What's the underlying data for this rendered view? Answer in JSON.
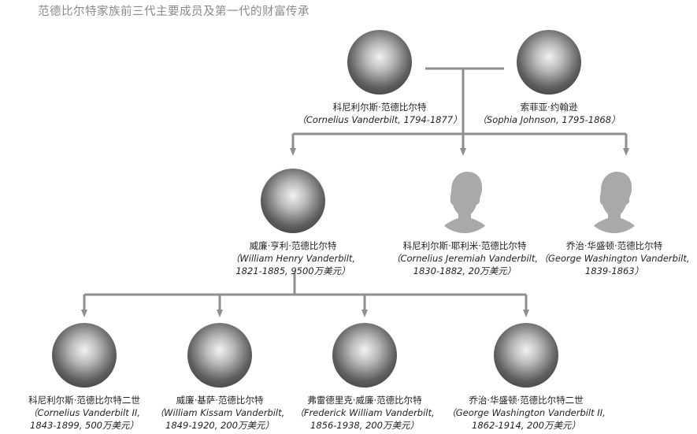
{
  "title": "范德比尔特家族前三代主要成员及第一代的财富传承",
  "generations": [
    [
      {
        "id": "cornelius",
        "name_cn": "科尼利尔斯·范德比尔特",
        "line2": "（Cornelius Vanderbilt, 1794-1877）",
        "line3": "",
        "avatar": "photo"
      },
      {
        "id": "sophia",
        "name_cn": "索菲亚·约翰逊",
        "line2": "（Sophia Johnson, 1795-1868）",
        "line3": "",
        "avatar": "photo"
      }
    ],
    [
      {
        "id": "william-henry",
        "name_cn": "威廉·亨利·范德比尔特",
        "line2": "（William Henry Vanderbilt,",
        "line3": "1821-1885, 9500万美元）",
        "avatar": "photo"
      },
      {
        "id": "cornelius-jeremiah",
        "name_cn": "科尼利尔斯·耶利米·范德比尔特",
        "line2": "（Cornelius Jeremiah Vanderbilt,",
        "line3": "1830-1882, 20万美元）",
        "avatar": "silhouette"
      },
      {
        "id": "george-washington",
        "name_cn": "乔治·华盛顿·范德比尔特",
        "line2": "（George Washington Vanderbilt,",
        "line3": "1839-1863）",
        "avatar": "silhouette"
      }
    ],
    [
      {
        "id": "cornelius-ii",
        "name_cn": "科尼利尔斯·范德比尔特二世",
        "line2": "（Cornelius Vanderbilt II,",
        "line3": "1843-1899, 500万美元）",
        "avatar": "photo"
      },
      {
        "id": "william-kissam",
        "name_cn": "威廉·基萨·范德比尔特",
        "line2": "（William Kissam Vanderbilt,",
        "line3": "1849-1920, 200万美元）",
        "avatar": "photo"
      },
      {
        "id": "frederick-william",
        "name_cn": "弗雷德里克·威廉·范德比尔特",
        "line2": "（Frederick William Vanderbilt,",
        "line3": "1856-1938, 200万美元）",
        "avatar": "photo"
      },
      {
        "id": "george-washington-ii",
        "name_cn": "乔治·华盛顿·范德比尔特二世",
        "line2": "（George Washington Vanderbilt II,",
        "line3": "1862-1914, 200万美元）",
        "avatar": "photo"
      }
    ]
  ],
  "colors": {
    "connector": "#8f8f8f",
    "silhouette": "#a9a9a9"
  }
}
